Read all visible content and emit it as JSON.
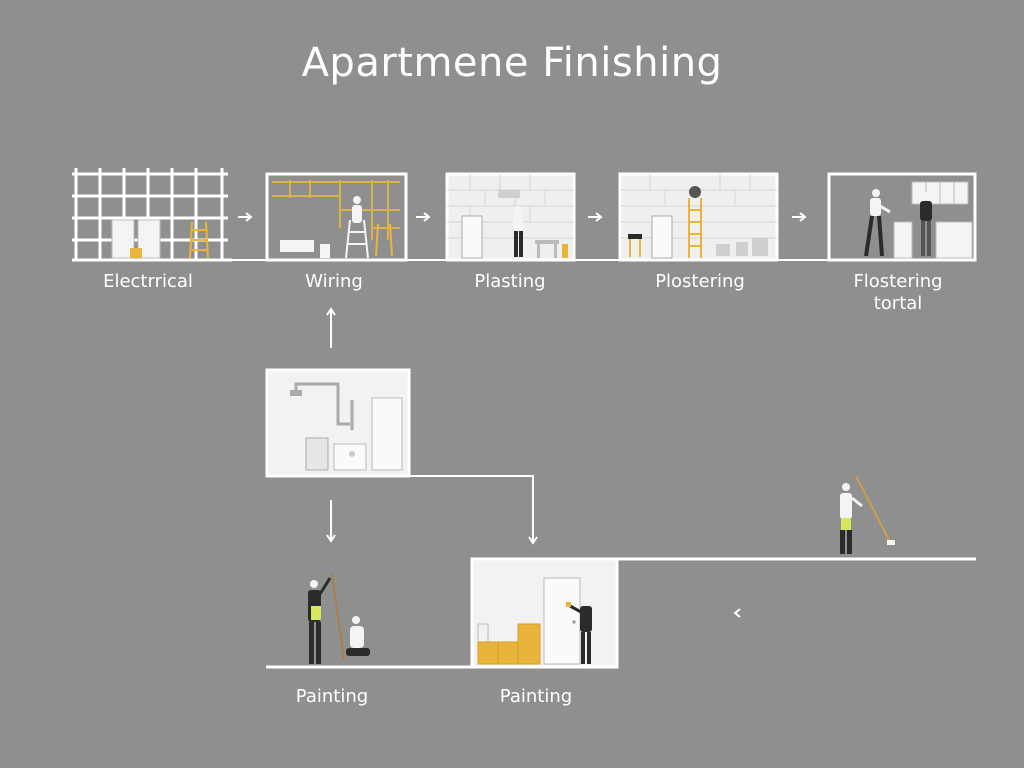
{
  "title": "Apartmene Finishing",
  "stages_top": [
    {
      "label": "Electrrical"
    },
    {
      "label": "Wiring"
    },
    {
      "label": "Plasting"
    },
    {
      "label": "Plostering"
    },
    {
      "label_line1": "Flostering",
      "label_line2": "tortal"
    }
  ],
  "stages_bottom": [
    {
      "label": "Painting"
    },
    {
      "label": "Painting"
    }
  ],
  "colors": {
    "background": "#8f8f8f",
    "panel": "#f4f4f4",
    "line": "#ffffff",
    "accent": "#e8b53a",
    "figure": "#2b2b2b"
  }
}
